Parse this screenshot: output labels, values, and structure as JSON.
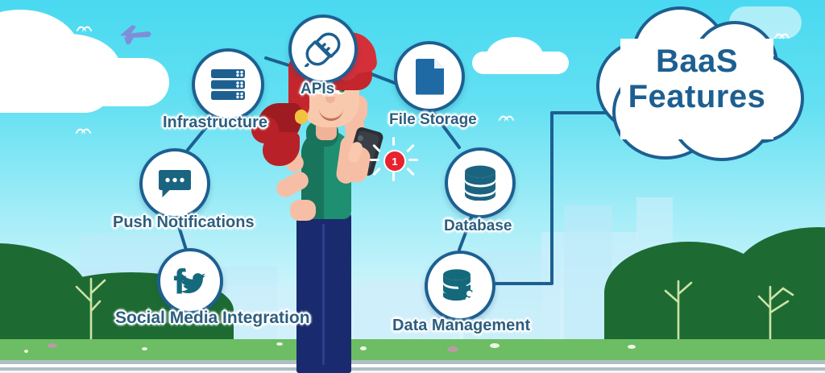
{
  "title_cloud": {
    "line1": "BaaS",
    "line2": "Features",
    "color": "#1d5f91"
  },
  "nodes": [
    {
      "id": "infrastructure",
      "label": "Infrastructure",
      "icon": "server-icon"
    },
    {
      "id": "apis",
      "label": "APIs",
      "icon": "plug-icon"
    },
    {
      "id": "file-storage",
      "label": "File Storage",
      "icon": "document-icon"
    },
    {
      "id": "database",
      "label": "Database",
      "icon": "database-icon"
    },
    {
      "id": "data-management",
      "label": "Data Management",
      "icon": "database-gear-icon"
    },
    {
      "id": "push-notifications",
      "label": "Push Notifications",
      "icon": "chat-bubble-icon"
    },
    {
      "id": "social-media",
      "label": "Social  Media Integration",
      "icon": "facebook-twitter-icon"
    }
  ],
  "character": {
    "phone_badge_count": "1"
  },
  "palette": {
    "sky_top": "#49d9f0",
    "sky_bottom": "#e4f8fc",
    "node_stroke": "#1d5f91",
    "icon_fill": "#1b6480",
    "label_text": "#2b5f80",
    "hill_green": "#1d6b33",
    "grass_green": "#6cbd63",
    "road_gray": "#b0bfc6",
    "badge_red": "#e8222e",
    "hair_red": "#c4262e",
    "shirt_green": "#1e8f70",
    "pants_navy": "#192b6e"
  }
}
